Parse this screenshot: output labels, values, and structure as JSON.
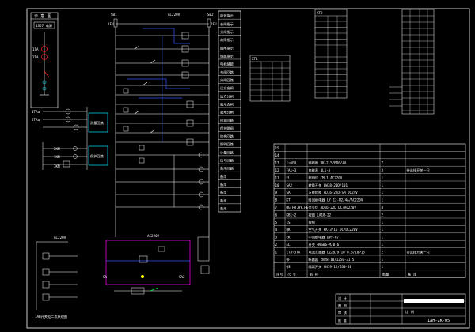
{
  "sheet": {
    "left_block": {
      "title": "示 意 图",
      "label_top": "1SD7 电源",
      "label_1ta": "1TA",
      "label_2ta": "2TA",
      "label_1tax": "1TAa",
      "label_2tax": "2TAa",
      "label_2km": "2KM",
      "label_1km": "1KM",
      "label_3km": "3KM"
    },
    "left_boxes": [
      "测量回路",
      "保护回路"
    ],
    "center_labels": {
      "ac220": "AC220V",
      "sb1": "SB1",
      "sb2": "SB2",
      "fu1": "1FU",
      "fu2": "2FU"
    },
    "right_side_boxes": [
      "电源指示",
      "合闸指示",
      "分闸指示",
      "故障指示",
      "跳闸指示",
      "储能指示",
      "电机储能",
      "合闸回路",
      "分闸回路",
      "远方合闸",
      "远方分闸",
      "就地合闸",
      "就地分闸",
      "闭锁回路",
      "保护跳闸",
      "加热回路",
      "照明回路",
      "计量回路",
      "信号回路",
      "备用回路",
      "备用",
      "备用",
      "备用",
      "备用",
      "备用"
    ],
    "xt1_title": "XT1",
    "xt2_title": "XT2",
    "bom": {
      "columns": [
        "序号",
        "代 号",
        "名 称",
        "数量",
        "备 注"
      ],
      "rows": [
        [
          "15",
          "",
          "",
          "",
          ""
        ],
        [
          "14",
          "",
          "",
          "",
          ""
        ],
        [
          "13",
          "1~6FU",
          "熔断器 UK-2.5/RD6/4A",
          "7",
          ""
        ],
        [
          "12",
          "FA1~3",
          "电能表 4L1-A",
          "3",
          "带选择开关一只"
        ],
        [
          "11",
          "EL",
          "照明灯 CM-1 AC220V",
          "1",
          ""
        ],
        [
          "10",
          "SA2",
          "转换开关 LW38-20D/101",
          "1",
          ""
        ],
        [
          "9",
          "SA",
          "万能转换 AD16-22D-SM DC24V",
          "1",
          ""
        ],
        [
          "8",
          "KT",
          "时间继电器 LY-12-M2/4A/AC220V",
          "1",
          ""
        ],
        [
          "7",
          "HG,HR,HY,HE",
          "信号灯 AD16-22D DC/AC220V",
          "4",
          ""
        ],
        [
          "6",
          "KB1~2",
          "按钮 LA18-22",
          "2",
          ""
        ],
        [
          "5",
          "1S",
          "按钮 ",
          "1",
          ""
        ],
        [
          "4",
          "QK",
          "空气开关 HK-3/16 DC/DC220V",
          "1",
          ""
        ],
        [
          "3",
          "EK",
          "中间继电器 DV9-6/T",
          "1",
          ""
        ],
        [
          "2",
          "EL",
          "开关 HVSW6-M/0.6",
          "1",
          ""
        ],
        [
          "1",
          "1TA~3TA",
          "电流互感器 LZZBJ9-10 0.5/10P15",
          "2",
          "带选择开关一只"
        ],
        [
          "",
          "QF",
          "断路器 ZN28-10/1250-31.5",
          "1",
          ""
        ],
        [
          "",
          "QS",
          "隔离开关 GN19-12/630-20",
          "1",
          ""
        ]
      ]
    },
    "title_block": {
      "dwg_no": "1AH-ZK-05",
      "row_labels": [
        "设 计",
        "制 图",
        "审 核",
        "批 准"
      ],
      "sheet_label": "比 例"
    },
    "bottom_left": {
      "ac220": "AC220V",
      "caption": "1AH开关柜二次原理图"
    },
    "bottom_center": {
      "label": "AC220V",
      "sa": "SA",
      "sa2": "SA2"
    }
  },
  "colors": {
    "background": "#000000",
    "line": "#ffffff",
    "cyan": "#00e5ff",
    "red": "#ff2020",
    "magenta": "#ff00ff",
    "yellow": "#ffff00",
    "green": "#00ff44",
    "blue": "#3355ff",
    "gray": "#9a9a9a"
  }
}
